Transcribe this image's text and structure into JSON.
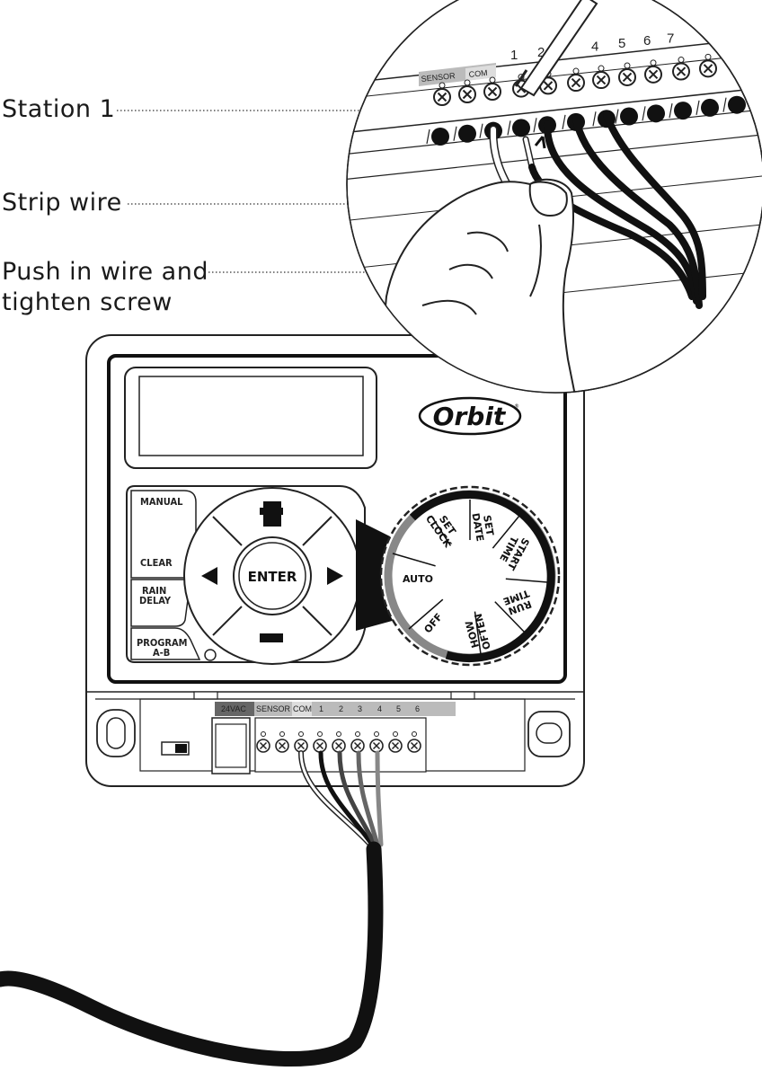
{
  "callouts": {
    "station1": "Station 1",
    "strip_wire": "Strip wire",
    "push_line1": "Push in wire and",
    "push_line2": "tighten screw"
  },
  "controller": {
    "brand": "Orbit",
    "brand_mark": "®",
    "buttons": {
      "manual": "MANUAL",
      "clear": "CLEAR",
      "rain1": "RAIN",
      "rain2": "DELAY",
      "prog1": "PROGRAM",
      "prog2": "A-B",
      "enter": "ENTER"
    },
    "dial": {
      "auto": "AUTO",
      "off": "OFF",
      "set_clock_1": "SET",
      "set_clock_2": "CLOCK",
      "set_date_1": "SET",
      "set_date_2": "DATE",
      "start_time_1": "START",
      "start_time_2": "TIME",
      "run_time_1": "RUN",
      "run_time_2": "TIME",
      "how_often_1": "HOW",
      "how_often_2": "OFTEN"
    },
    "terminal_labels": {
      "vac": "24VAC",
      "sensor": "SENSOR",
      "com": "COM",
      "stations": [
        "1",
        "2",
        "3",
        "4",
        "5",
        "6"
      ]
    }
  },
  "zoom": {
    "sensor": "SENSOR",
    "com": "COM",
    "stations": [
      "1",
      "2",
      "4",
      "5",
      "6",
      "7"
    ]
  }
}
